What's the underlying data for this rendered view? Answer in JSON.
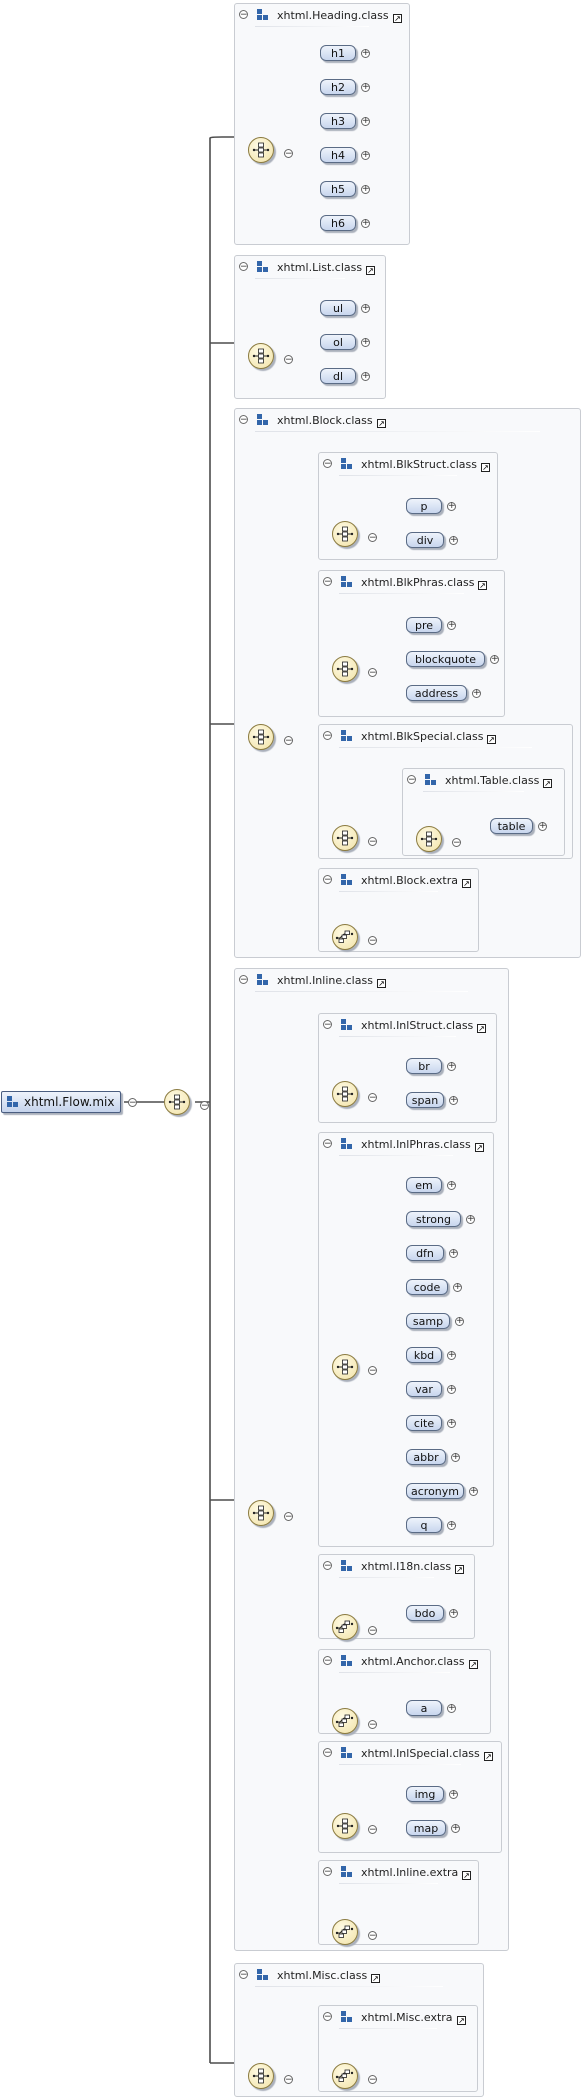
{
  "root": {
    "label": "xhtml.Flow.mix"
  },
  "groups": [
    {
      "title": "xhtml.Heading.class"
    },
    {
      "title": "xhtml.List.class"
    },
    {
      "title": "xhtml.Block.class"
    },
    {
      "title": "xhtml.BlkStruct.class"
    },
    {
      "title": "xhtml.BlkPhras.class"
    },
    {
      "title": "xhtml.BlkSpecial.class"
    },
    {
      "title": "xhtml.Table.class"
    },
    {
      "title": "xhtml.Block.extra"
    },
    {
      "title": "xhtml.Inline.class"
    },
    {
      "title": "xhtml.InlStruct.class"
    },
    {
      "title": "xhtml.InlPhras.class"
    },
    {
      "title": "xhtml.I18n.class"
    },
    {
      "title": "xhtml.Anchor.class"
    },
    {
      "title": "xhtml.InlSpecial.class"
    },
    {
      "title": "xhtml.Inline.extra"
    },
    {
      "title": "xhtml.Misc.class"
    },
    {
      "title": "xhtml.Misc.extra"
    }
  ],
  "elements": [
    "h1",
    "h2",
    "h3",
    "h4",
    "h5",
    "h6",
    "ul",
    "ol",
    "dl",
    "p",
    "div",
    "pre",
    "blockquote",
    "address",
    "table",
    "br",
    "span",
    "em",
    "strong",
    "dfn",
    "code",
    "samp",
    "kbd",
    "var",
    "cite",
    "abbr",
    "acronym",
    "q",
    "bdo",
    "a",
    "img",
    "map"
  ],
  "colors": {
    "element_fill": "#c8d6ee",
    "compositor_fill": "#f1e2a6",
    "group_fill": "#f8f9fb",
    "line": "#4d4d4d"
  },
  "icons": {
    "sequence": "sequence-compositor-icon",
    "choice": "choice-compositor-icon",
    "group": "group-icon",
    "link": "link-arrow-icon",
    "collapse": "collapse-icon",
    "expand": "expand-icon"
  }
}
